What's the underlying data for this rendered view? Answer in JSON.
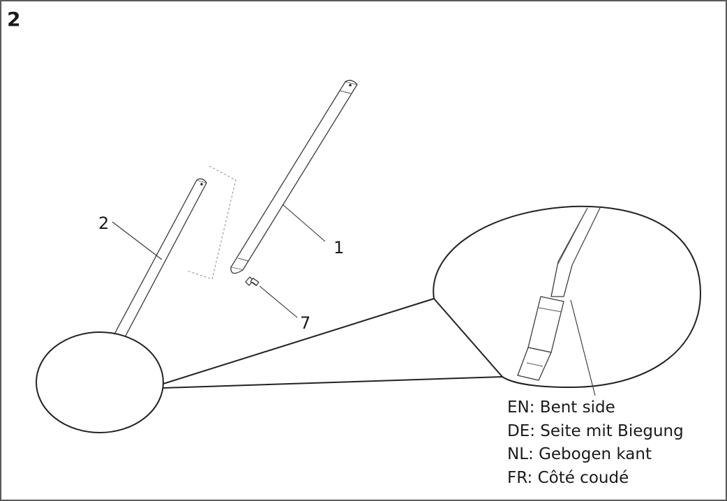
{
  "step_number": "2",
  "callouts": {
    "part_1": "1",
    "part_2": "2",
    "part_7": "7"
  },
  "legend": [
    "EN: Bent side",
    "DE: Seite mit Biegung",
    "NL: Gebogen kant",
    "FR: Côté coudé"
  ],
  "colors": {
    "line": "#3a3a3a",
    "frame": "#5a5a5a",
    "background": "#ffffff"
  }
}
